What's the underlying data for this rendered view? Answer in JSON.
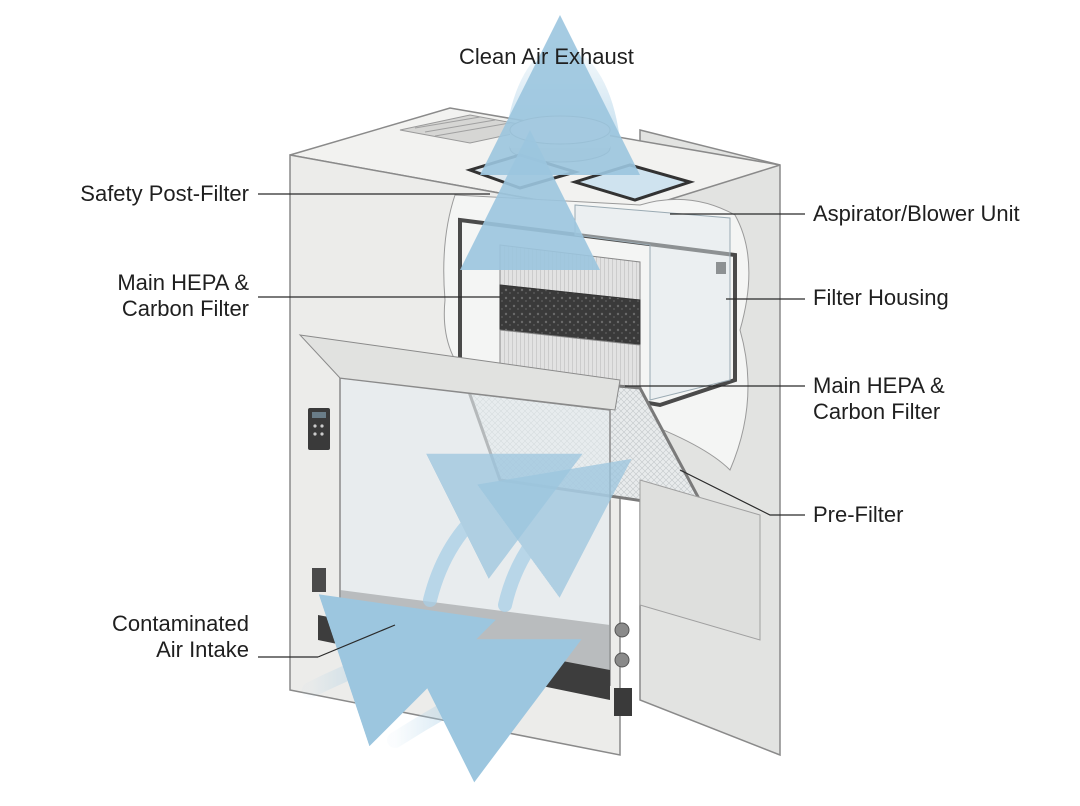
{
  "labels": {
    "clean_air_exhaust": "Clean Air Exhaust",
    "safety_post_filter": "Safety Post-Filter",
    "main_hepa_left": [
      "Main HEPA &",
      "Carbon Filter"
    ],
    "contaminated_air_intake": [
      "Contaminated",
      "Air Intake"
    ],
    "aspirator_blower_unit": "Aspirator/Blower Unit",
    "filter_housing": "Filter Housing",
    "main_hepa_right": [
      "Main HEPA &",
      "Carbon Filter"
    ],
    "pre_filter": "Pre-Filter"
  },
  "colors": {
    "cabinet": "#ececea",
    "outline": "#8a8a8a",
    "airflow": "#a9cfe6",
    "carbon": "#3a3a3a",
    "hepa": "#d8d8d8",
    "housing": "#4a4a4a"
  }
}
